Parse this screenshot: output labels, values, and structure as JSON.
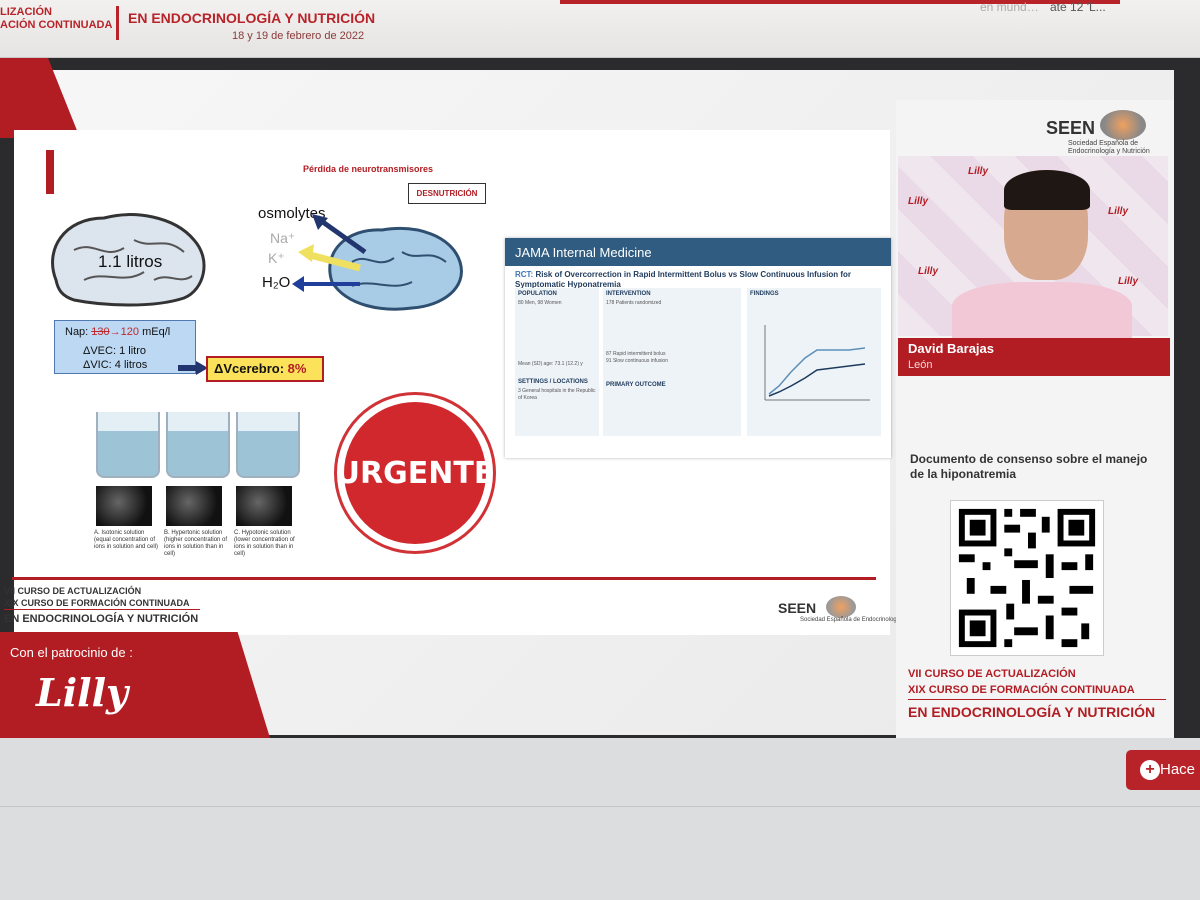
{
  "top_bar": {
    "left_title_1": "LIZACIÓN",
    "left_title_2": "ACIÓN CONTINUADA",
    "main_title": "EN ENDOCRINOLOGÍA Y NUTRICIÓN",
    "date": "18 y 19 de febrero de 2022",
    "tab_faded": "en mund…",
    "tab_right": "ate 12 'L..."
  },
  "slide": {
    "brain_volume": "1.1 litros",
    "neuro_label": "Pérdida de neurotransmisores",
    "desnutricion": "DESNUTRICIÓN",
    "osmolytes": "osmolytes",
    "na": "Na⁺",
    "k": "K⁺",
    "h2o": "H₂O",
    "nap_prefix": "Nap: ",
    "nap_old": "130",
    "nap_arrow": "→",
    "nap_new": "120",
    "nap_unit": " mEq/l",
    "vec": "ΔVEC: 1 litro",
    "vic": "ΔVIC: 4 litros",
    "vcerebro_label": "ΔVcerebro: ",
    "vcerebro_pct": "8%",
    "caption_a": "A. Isotonic solution (equal concentration of ions in solution and cell)",
    "caption_b": "B. Hypertonic solution (higher concentration of ions in solution than in cell)",
    "caption_c": "C. Hypotonic solution (lower concentration of ions in solution than in cell)",
    "urgente": "URGENTE",
    "jama": {
      "header": "JAMA Internal Medicine",
      "rct_tag": "RCT:",
      "rct_title": " Risk of Overcorrection in Rapid Intermittent Bolus vs Slow Continuous Infusion for Symptomatic Hyponatremia",
      "population_h": "POPULATION",
      "population_t": "80 Men, 98 Women",
      "intervention_h": "INTERVENTION",
      "intervention_t": "178 Patients randomized",
      "findings_h": "FINDINGS",
      "settings_h": "SETTINGS / LOCATIONS",
      "settings_t": "3 General hospitals in the Republic of Korea",
      "outcome_h": "PRIMARY OUTCOME",
      "arm1": "87 Rapid intermittent bolus",
      "arm2": "91 Slow continuous infusion",
      "mean_age": "Mean (SD) age: 73.1 (12.2) y"
    },
    "course_1": "VII CURSO DE ACTUALIZACIÓN",
    "course_2": "XIX CURSO DE FORMACIÓN CONTINUADA",
    "course_3": "EN ENDOCRINOLOGÍA Y NUTRICIÓN",
    "seen": "SEEN",
    "seen_sub": "Sociedad Española de Endocrinología y Nutrición"
  },
  "sponsor": {
    "label": "Con el patrocinio de :",
    "logo": "Lilly"
  },
  "right_panel": {
    "seen": "SEEN",
    "seen_sub_1": "Sociedad Española de",
    "seen_sub_2": "Endocrinología y Nutrición",
    "video_logo": "Lilly",
    "speaker_name": "David Barajas",
    "speaker_city": "León",
    "doc_text": "Documento de consenso sobre el manejo de la hiponatremia",
    "course_1": "VII CURSO DE ACTUALIZACIÓN",
    "course_2": "XIX CURSO DE FORMACIÓN CONTINUADA",
    "course_3": "EN ENDOCRINOLOGÍA Y NUTRICIÓN"
  },
  "join_button": {
    "icon": "plus-icon",
    "label": "Hace"
  },
  "colors": {
    "brand_red": "#b11d23",
    "jama_blue": "#2f5c80",
    "highlight_yellow": "#fbe25a"
  }
}
